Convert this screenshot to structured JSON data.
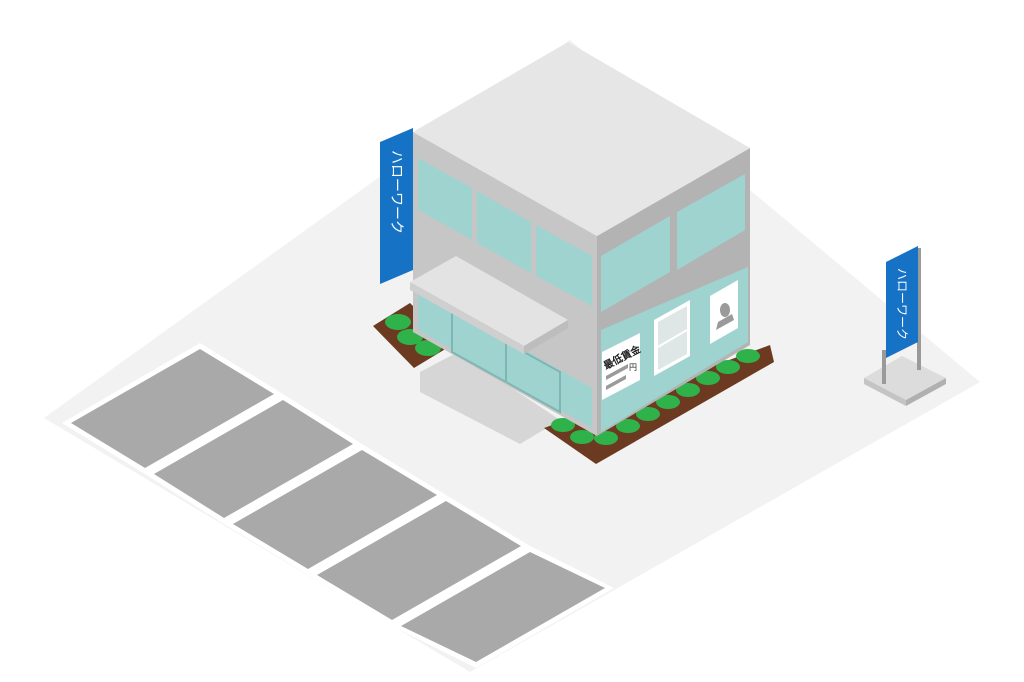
{
  "scene": {
    "description_free": true,
    "colors": {
      "background": "#ffffff",
      "ground": "#f2f2f2",
      "parking_space": "#a9a9a9",
      "parking_line": "#ffffff",
      "wall_gray": "#c6c6c6",
      "wall_gray_dark": "#b3b3b3",
      "roof": "#e6e6e6",
      "glass": "#9fd3d0",
      "sign_blue": "#1672c4",
      "planter_soil": "#6b3a21",
      "shrub_green": "#2fb24a"
    },
    "icons": [
      "building",
      "parking-lot",
      "shrub",
      "banner-sign",
      "stand-sign",
      "poster",
      "wanted-poster"
    ]
  },
  "signs": {
    "building_banner_text": "ハローワーク",
    "stand_sign_text": "ハローワーク"
  },
  "poster": {
    "title": "最低賃金",
    "unit": "円"
  }
}
